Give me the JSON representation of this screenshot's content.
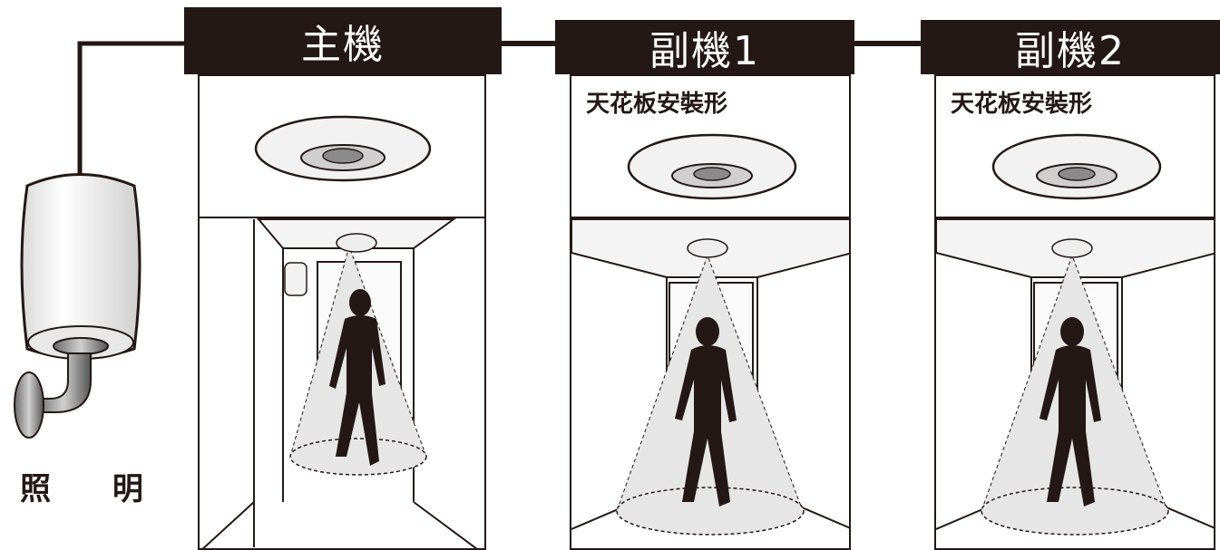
{
  "lamp": {
    "label": "照 明"
  },
  "units": [
    {
      "title": "主機",
      "subtitle": ""
    },
    {
      "title": "副機1",
      "subtitle": "天花板安裝形"
    },
    {
      "title": "副機2",
      "subtitle": "天花板安裝形"
    }
  ],
  "colors": {
    "line": "#231815",
    "header_bg": "#231815",
    "header_text": "#ffffff",
    "cone": "#e6e6e6"
  }
}
